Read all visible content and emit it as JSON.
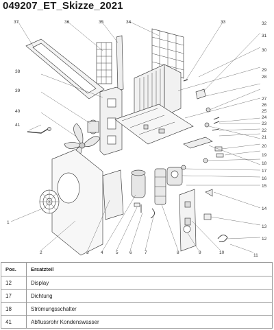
{
  "title": "049207_ET_Skizze_2021",
  "callouts": [
    "1",
    "2",
    "3",
    "4",
    "5",
    "6",
    "7",
    "8",
    "9",
    "10",
    "11",
    "12",
    "13",
    "14",
    "15",
    "16",
    "17",
    "18",
    "19",
    "20",
    "21",
    "22",
    "23",
    "24",
    "25",
    "26",
    "27",
    "28",
    "29",
    "30",
    "31",
    "32",
    "33",
    "34",
    "35",
    "36",
    "37",
    "38",
    "39",
    "40",
    "41"
  ],
  "table": {
    "headers": {
      "pos": "Pos.",
      "part": "Ersatzteil"
    },
    "rows": [
      {
        "pos": "12",
        "part": "Display"
      },
      {
        "pos": "17",
        "part": "Dichtung"
      },
      {
        "pos": "18",
        "part": "Strömungsschalter"
      },
      {
        "pos": "41",
        "part": "Abflussrohr Kondenswasser"
      }
    ]
  }
}
